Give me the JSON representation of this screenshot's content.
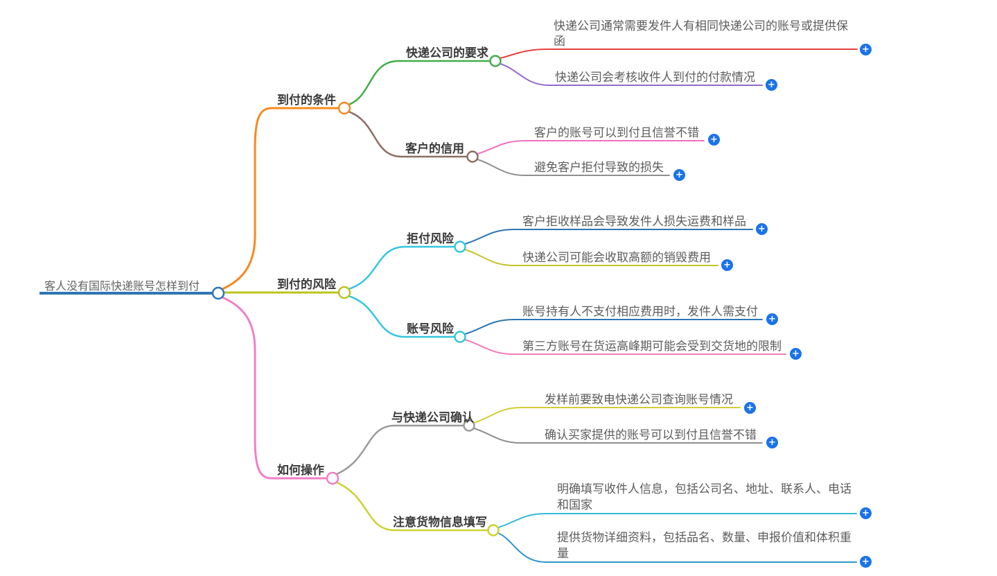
{
  "root": {
    "label": "客人没有国际快递账号怎样到付",
    "color": "#2e75b6"
  },
  "branches": [
    {
      "label": "到付的条件",
      "color": "#f9881f",
      "children": [
        {
          "label": "快递公司的要求",
          "color": "#3fae49",
          "children": [
            {
              "label": "快递公司通常需要发件人有相同快递公司的账号或提供保函",
              "color": "#e8413c"
            },
            {
              "label": "快递公司会考核收件人到付的付款情况",
              "color": "#9668c8"
            }
          ]
        },
        {
          "label": "客户的信用",
          "color": "#8d6e63",
          "children": [
            {
              "label": "客户的账号可以到付且信誉不错",
              "color": "#ef70c3"
            },
            {
              "label": "避免客户拒付导致的损失",
              "color": "#8f8f8f"
            }
          ]
        }
      ]
    },
    {
      "label": "到付的风险",
      "color": "#bcc31f",
      "children": [
        {
          "label": "拒付风险",
          "color": "#33c5de",
          "children": [
            {
              "label": "客户拒收样品会导致发件人损失运费和样品",
              "color": "#2e75b6"
            },
            {
              "label": "快递公司可能会收取高额的销毁费用",
              "color": "#c4c32a"
            }
          ]
        },
        {
          "label": "账号风险",
          "color": "#33c5de",
          "children": [
            {
              "label": "账号持有人不支付相应费用时，发件人需支付",
              "color": "#2e75b6"
            },
            {
              "label": "第三方账号在货运高峰期可能会受到交货地的限制",
              "color": "#f07cb8"
            }
          ]
        }
      ]
    },
    {
      "label": "如何操作",
      "color": "#f27ec5",
      "children": [
        {
          "label": "与快递公司确认",
          "color": "#9a9a9a",
          "children": [
            {
              "label": "发样前要致电快递公司查询账号情况",
              "color": "#d2cc38"
            },
            {
              "label": "确认买家提供的账号可以到付且信誉不错",
              "color": "#8f8f8f"
            }
          ]
        },
        {
          "label": "注意货物信息填写",
          "color": "#cbd22f",
          "children": [
            {
              "label": "明确填写收件人信息，包括公司名、地址、联系人、电话和国家",
              "color": "#2fb9da"
            },
            {
              "label": "提供货物详细资料，包括品名、数量、申报价值和体积重量",
              "color": "#3095c9"
            }
          ]
        }
      ]
    }
  ],
  "icons": {
    "add_label": "+",
    "add_color": "#1a73e8"
  }
}
